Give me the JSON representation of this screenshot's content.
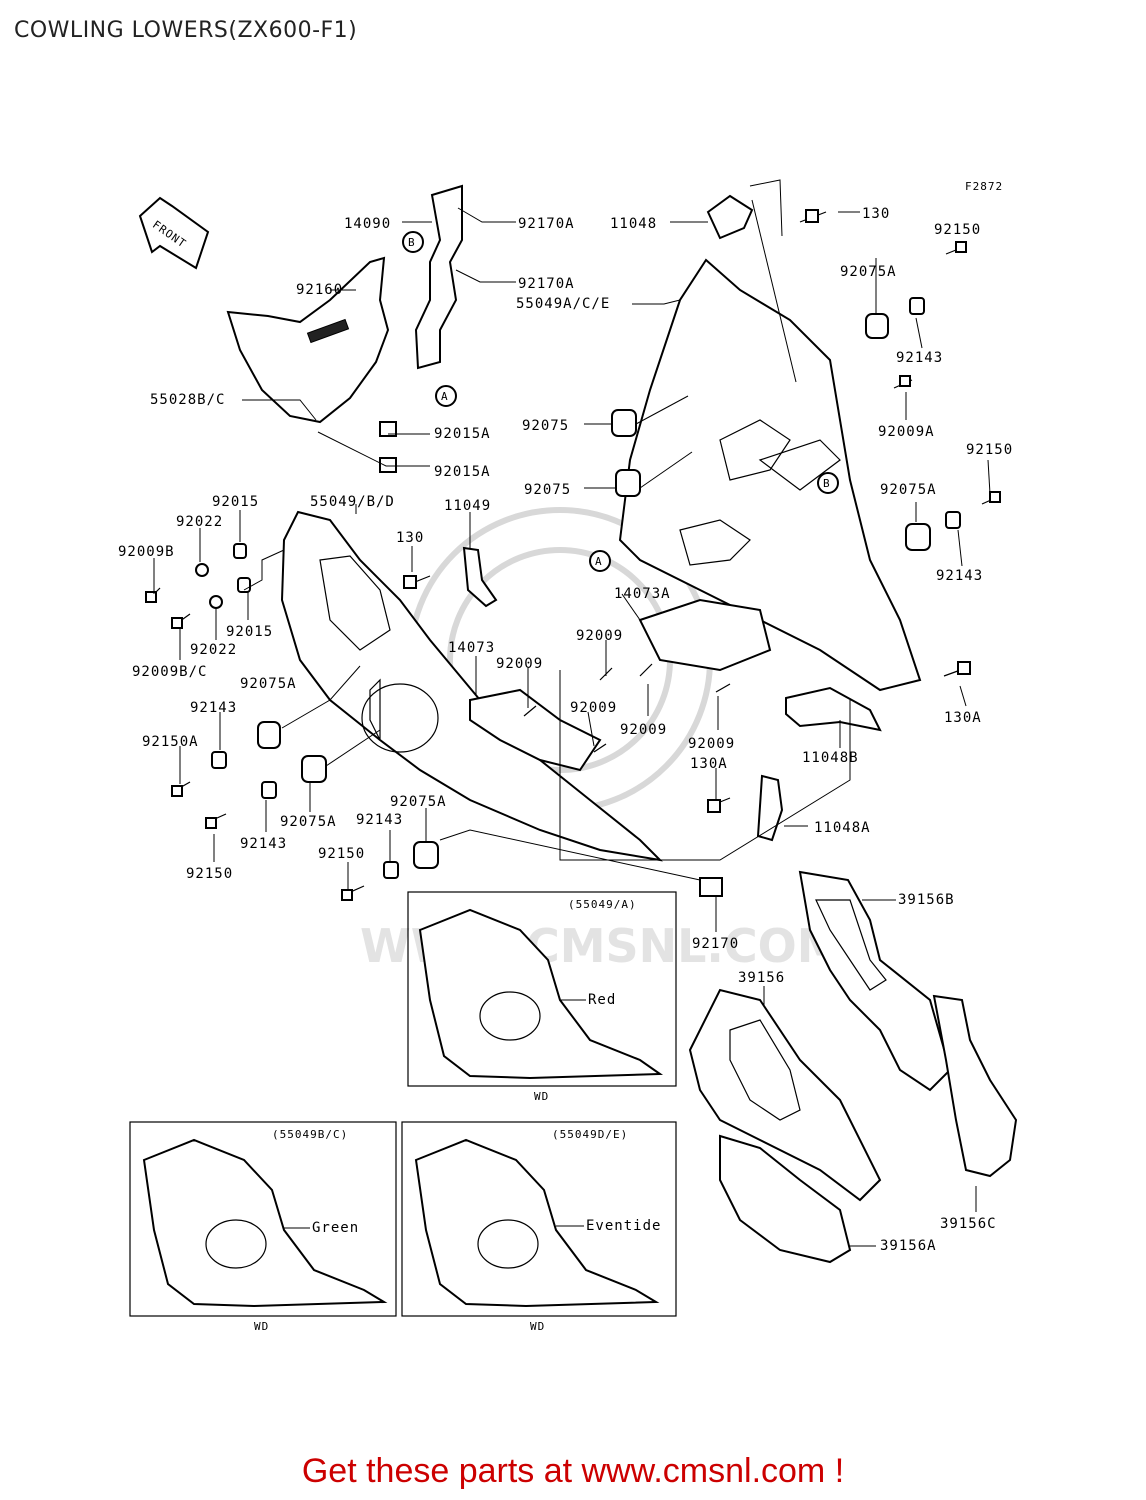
{
  "title": "COWLING LOWERS(ZX600-F1)",
  "figure_code": "F2872",
  "front_label": "FRONT",
  "callouts": {
    "p14090": "14090",
    "p92170A_1": "92170A",
    "p92170A_2": "92170A",
    "p11048": "11048",
    "p130_top": "130",
    "p92150_top": "92150",
    "p55049ACE": "55049A/C/E",
    "p92075A_top": "92075A",
    "p92160": "92160",
    "p92143_top": "92143",
    "p55028BC": "55028B/C",
    "p92015A_1": "92015A",
    "p92015A_2": "92015A",
    "p92075_1": "92075",
    "p92009A": "92009A",
    "p92150_r": "92150",
    "p92075_2": "92075",
    "p92075A_r": "92075A",
    "p92015_1": "92015",
    "p55049BD": "55049/B/D",
    "p11049": "11049",
    "p92022_1": "92022",
    "p130_mid": "130",
    "p92143_r": "92143",
    "p92009B": "92009B",
    "p14073A": "14073A",
    "p92015_2": "92015",
    "p92022_2": "92022",
    "p92009_1": "92009",
    "p92009BC": "92009B/C",
    "p14073": "14073",
    "p92009_2": "92009",
    "p130A_r": "130A",
    "p92075A_l": "92075A",
    "p92009_3": "92009",
    "p92009_4": "92009",
    "p92143_l": "92143",
    "p92009_5": "92009",
    "p11048B": "11048B",
    "p92150A": "92150A",
    "p130A_m": "130A",
    "p92075A_b": "92075A",
    "p11048A": "11048A",
    "p92075A_b2": "92075A",
    "p92143_b": "92143",
    "p92143_b2": "92143",
    "p92150_b": "92150",
    "p92150_bl": "92150",
    "p92170": "92170",
    "p39156B": "39156B",
    "p39156": "39156",
    "p39156C": "39156C",
    "p39156A": "39156A"
  },
  "ref_markers": {
    "a": "A",
    "b": "B"
  },
  "insets": [
    {
      "code": "(55049/A)",
      "color": "Red",
      "wd": "WD"
    },
    {
      "code": "(55049B/C)",
      "color": "Green",
      "wd": "WD"
    },
    {
      "code": "(55049D/E)",
      "color": "Eventide",
      "wd": "WD"
    }
  ],
  "watermark": "WWW.CMSNL.COM",
  "footer": "Get these parts at www.cmsnl.com !"
}
